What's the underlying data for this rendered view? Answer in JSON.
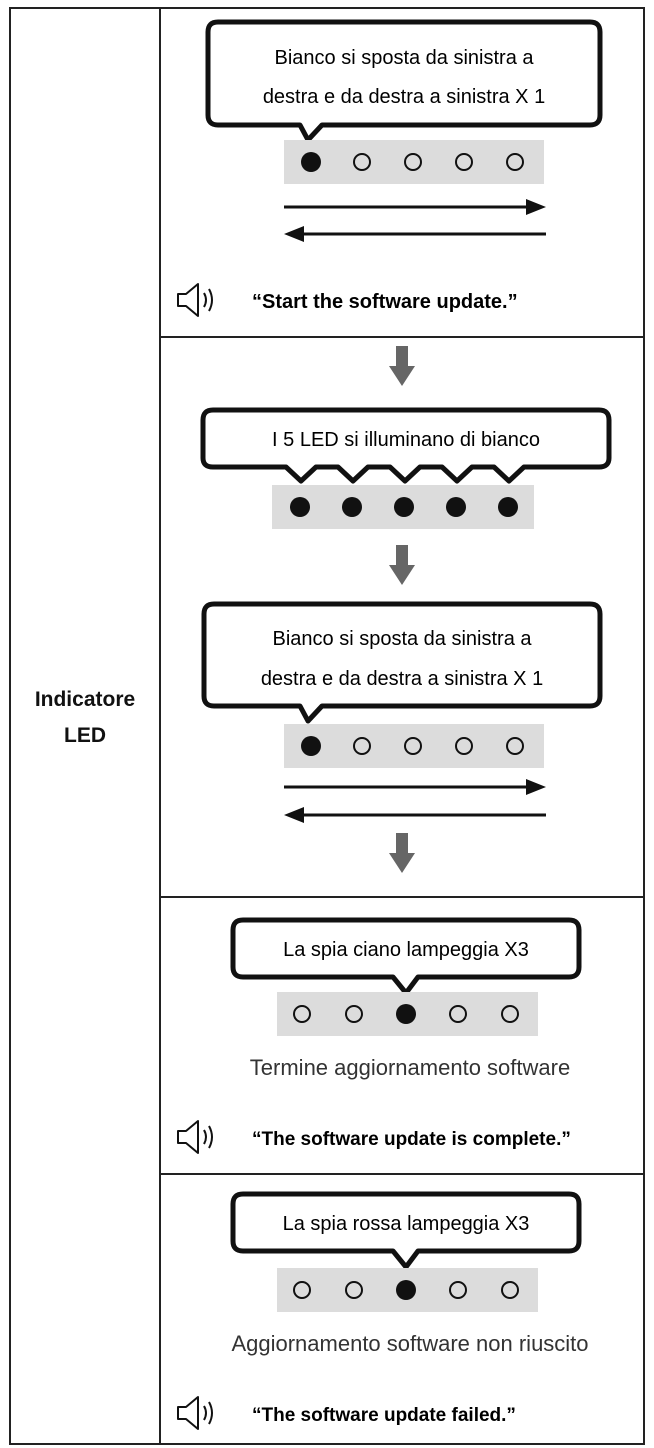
{
  "row_label": {
    "line1": "Indicatore",
    "line2": "LED"
  },
  "step1": {
    "bubble_line1": "Bianco si sposta da sinistra a",
    "bubble_line2": "destra e da destra a sinistra X 1",
    "voice": "“Start the software update.”"
  },
  "step2": {
    "bubble_line1": "I 5 LED si illuminano di bianco",
    "bubble_line2": ""
  },
  "step3": {
    "bubble_line1": "Bianco si sposta da sinistra a",
    "bubble_line2": "destra e da destra a sinistra X 1"
  },
  "complete": {
    "bubble": "La spia ciano lampeggia X3",
    "caption": "Termine aggiornamento software",
    "voice": "“The software update is complete.”"
  },
  "failed": {
    "bubble": "La spia rossa lampeggia X3",
    "caption": "Aggiornamento software non riuscito",
    "voice": "“The software update failed.”"
  },
  "icons": {
    "speaker": "speaker-icon",
    "down_arrow": "down-arrow-icon",
    "led_on": "led-on-icon",
    "led_off": "led-off-icon"
  },
  "colors": {
    "border": "#222222",
    "led_strip": "#dcdcdc",
    "arrow_gray": "#666666"
  }
}
